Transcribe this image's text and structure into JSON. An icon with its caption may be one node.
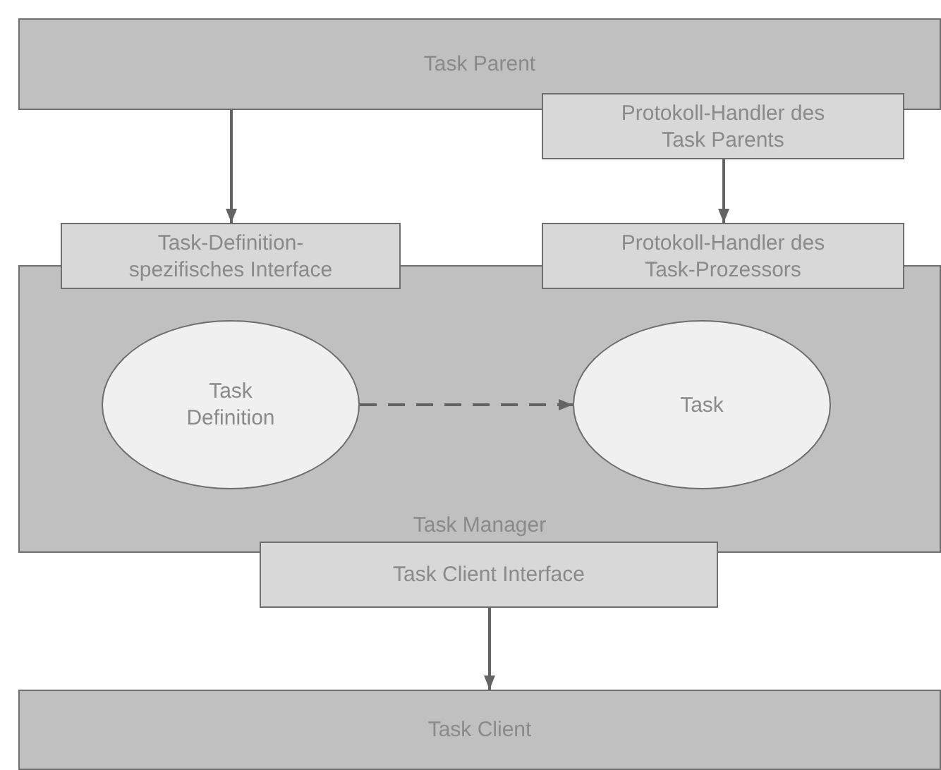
{
  "diagram": {
    "nodes": [
      {
        "text": [
          "Task Parent"
        ]
      },
      {
        "text": [
          "Protokoll-Handler des Task Parents"
        ]
      },
      {
        "text": [
          "Task-Definition-spezifisches Interface"
        ]
      },
      {
        "text": [
          "Protokoll-Handler des Task-Prozessors"
        ]
      },
      {
        "text": [
          "Task Manager"
        ]
      },
      {
        "text": [
          "Task Definition"
        ],
        "in": 4
      },
      {
        "text": [
          "Task"
        ],
        "in": 4
      },
      {
        "text": [
          "Task Client Interface"
        ]
      },
      {
        "text": [
          "Task Client"
        ]
      }
    ],
    "edges": [
      {
        "from": 0,
        "to": 2,
        "arrow": "to"
      },
      {
        "from": 1,
        "to": 3,
        "arrow": "to"
      },
      {
        "from": 5,
        "to": 6,
        "arrow": "to",
        "style": "dashed"
      },
      {
        "from": 7,
        "to": 8,
        "arrow": "to"
      }
    ]
  }
}
